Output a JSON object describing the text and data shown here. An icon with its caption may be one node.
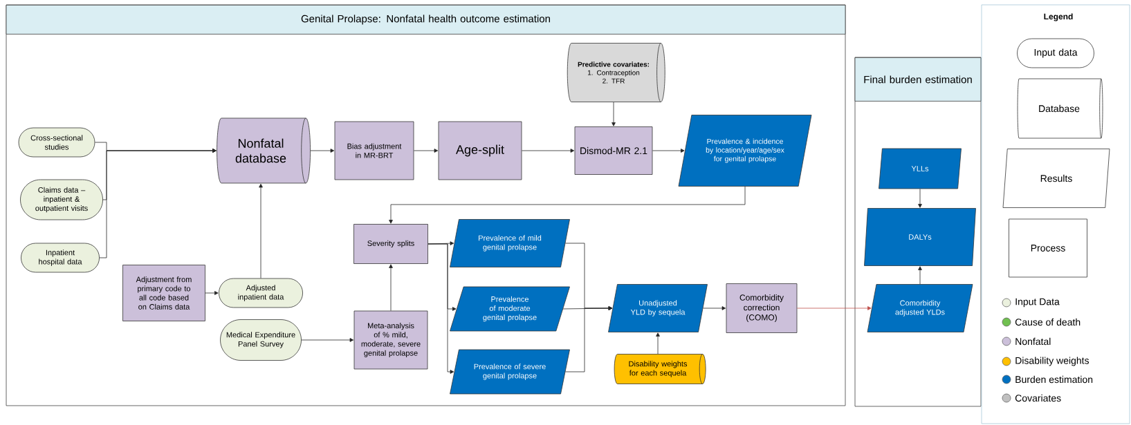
{
  "diagram": {
    "nodes": [
      {
        "text": [
          "Genital Prolapse: Nonfatal health outcome estimation"
        ]
      },
      {
        "text": [
          "Final burden estimation"
        ]
      },
      {
        "text": [
          "Legend"
        ]
      },
      {
        "text": [
          "Cross-sectional studies"
        ],
        "in": 0
      },
      {
        "text": [
          "Claims data – inpatient & outpatient visits"
        ],
        "in": 0
      },
      {
        "text": [
          "Inpatient hospital data"
        ],
        "in": 0
      },
      {
        "text": [
          "Nonfatal database"
        ],
        "in": 0
      },
      {
        "text": [
          "Bias adjustment in MR-BRT"
        ],
        "in": 0
      },
      {
        "text": [
          "Age-split"
        ],
        "in": 0
      },
      {
        "text": [
          "Dismod-MR 2.1"
        ],
        "in": 0
      },
      {
        "text": [
          "Predictive covariates:",
          "1. Contraception",
          "2. TFR"
        ],
        "in": 0
      },
      {
        "text": [
          "Prevalence & incidence by location/year/age/sex for genital prolapse"
        ],
        "in": 0
      },
      {
        "text": [
          "Adjustment from primary code to all code based on Claims data"
        ],
        "in": 0
      },
      {
        "text": [
          "Adjusted inpatient data"
        ],
        "in": 0
      },
      {
        "text": [
          "Medical Expenditure Panel Survey"
        ],
        "in": 0
      },
      {
        "text": [
          "Severity splits"
        ],
        "in": 0
      },
      {
        "text": [
          "Meta-analysis of % mild, moderate, severe genital prolapse"
        ],
        "in": 0
      },
      {
        "text": [
          "Prevalence of mild genital prolapse"
        ],
        "in": 0
      },
      {
        "text": [
          "Prevalence of moderate genital prolapse"
        ],
        "in": 0
      },
      {
        "text": [
          "Prevalence of severe genital prolapse"
        ],
        "in": 0
      },
      {
        "text": [
          "Unadjusted YLD by sequela"
        ],
        "in": 0
      },
      {
        "text": [
          "Comorbidity correction (COMO)"
        ],
        "in": 0
      },
      {
        "text": [
          "Disability weights for each sequela"
        ],
        "in": 0
      },
      {
        "text": [
          "YLLs"
        ],
        "in": 1
      },
      {
        "text": [
          "DALYs"
        ],
        "in": 1
      },
      {
        "text": [
          "Comorbidity adjusted YLDs"
        ],
        "in": 1
      },
      {
        "text": [
          "Input data"
        ],
        "in": 2
      },
      {
        "text": [
          "Database"
        ],
        "in": 2
      },
      {
        "text": [
          "Results"
        ],
        "in": 2
      },
      {
        "text": [
          "Process"
        ],
        "in": 2
      }
    ],
    "edges": [
      {
        "from": 3,
        "to": 6,
        "arrow": "to"
      },
      {
        "from": 4,
        "to": 6,
        "arrow": "to"
      },
      {
        "from": 5,
        "to": 6,
        "arrow": "to"
      },
      {
        "from": 12,
        "to": 13,
        "arrow": "to"
      },
      {
        "from": 13,
        "to": 6,
        "arrow": "to"
      },
      {
        "from": 6,
        "to": 7,
        "arrow": "to"
      },
      {
        "from": 7,
        "to": 8,
        "arrow": "to"
      },
      {
        "from": 8,
        "to": 9,
        "arrow": "to"
      },
      {
        "from": 10,
        "to": 9,
        "arrow": "to"
      },
      {
        "from": 9,
        "to": 11,
        "arrow": "to"
      },
      {
        "from": 11,
        "to": 15,
        "arrow": "to"
      },
      {
        "from": 14,
        "to": 16,
        "arrow": "to"
      },
      {
        "from": 16,
        "to": 15,
        "arrow": "to"
      },
      {
        "from": 15,
        "to": 17,
        "arrow": "to"
      },
      {
        "from": 15,
        "to": 18,
        "arrow": "to"
      },
      {
        "from": 15,
        "to": 19,
        "arrow": "to"
      },
      {
        "from": 17,
        "to": 20,
        "arrow": "to"
      },
      {
        "from": 18,
        "to": 20,
        "arrow": "to"
      },
      {
        "from": 19,
        "to": 20,
        "arrow": "to"
      },
      {
        "from": 22,
        "to": 20,
        "arrow": "to"
      },
      {
        "from": 20,
        "to": 21,
        "arrow": "to"
      },
      {
        "from": 21,
        "to": 25,
        "arrow": "to",
        "color": "#c0504d"
      },
      {
        "from": 23,
        "to": 24,
        "arrow": "to"
      },
      {
        "from": 25,
        "to": 24,
        "arrow": "to"
      }
    ],
    "legend": [
      {
        "text": "Input Data",
        "color": "#ebf1de"
      },
      {
        "text": "Cause of death",
        "color": "#70c050"
      },
      {
        "text": "Nonfatal",
        "color": "#ccc0da"
      },
      {
        "text": "Disability weights",
        "color": "#ffc000"
      },
      {
        "text": "Burden estimation",
        "color": "#0070c0"
      },
      {
        "text": "Covariates",
        "color": "#c0c0c0"
      }
    ]
  }
}
